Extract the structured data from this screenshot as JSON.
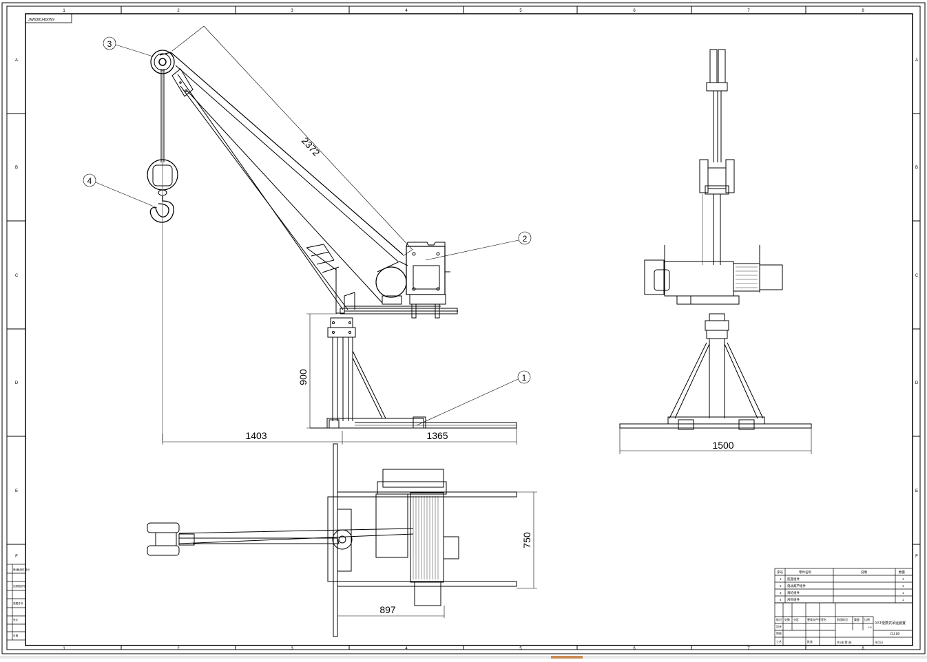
{
  "drawing": {
    "header_note": "JW6301HD(W)-",
    "grid_columns": [
      "1",
      "2",
      "3",
      "4",
      "5",
      "6",
      "7",
      "8"
    ],
    "grid_rows": [
      "A",
      "B",
      "C",
      "D",
      "E",
      "F"
    ]
  },
  "dimensions": {
    "boom_length": "2372",
    "mast_height": "900",
    "reach_left": "1403",
    "reach_right": "1365",
    "base_width": "1500",
    "plan_depth": "750",
    "plan_width": "897"
  },
  "callouts": [
    "1",
    "2",
    "3",
    "4"
  ],
  "parts_list": {
    "headers": [
      "序号",
      "零件名称",
      "说明",
      "数量"
    ],
    "rows": [
      {
        "no": "1",
        "name": "底座组件",
        "note": "",
        "qty": "1"
      },
      {
        "no": "2",
        "name": "电动葫芦组件",
        "note": "",
        "qty": "1"
      },
      {
        "no": "3",
        "name": "滑轮组件",
        "note": "",
        "qty": "1"
      },
      {
        "no": "4",
        "name": "吊钩组件",
        "note": "",
        "qty": "1"
      }
    ]
  },
  "title_block": {
    "title": "0.5T便携式吊运装置",
    "drawing_no": "DJ-00",
    "scale": "1:5",
    "sheet_label": "共1张 第1张",
    "material": "",
    "designer_label": "设计",
    "checker_label": "审核",
    "approver_label": "批准",
    "process_label": "工艺",
    "stage_label": "阶段标记",
    "weight_label": "重量",
    "scale_label": "比例",
    "mark_label": "标记",
    "count_label": "处数",
    "zone_label": "分区",
    "change_label": "更改文件号",
    "sign_label": "签名",
    "date_label": "年月日"
  },
  "left_strip_labels": [
    "借(通)用件登记",
    "旧底图总号",
    "底图总号",
    "签字",
    "日期"
  ]
}
